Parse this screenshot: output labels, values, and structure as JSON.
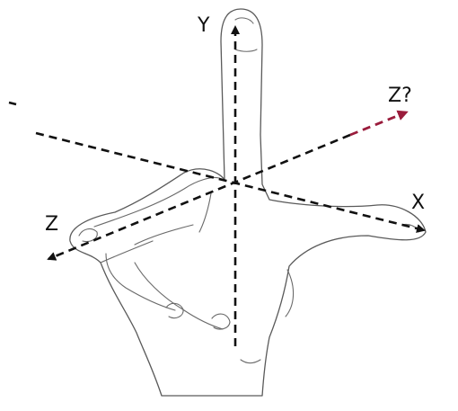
{
  "labels": {
    "y": "Y",
    "x": "X",
    "z": "Z",
    "z_question": "Z?"
  },
  "colors": {
    "axis": "#111111",
    "z_question_arrow": "#9a1c3c",
    "outline": "#5a5a5a"
  }
}
